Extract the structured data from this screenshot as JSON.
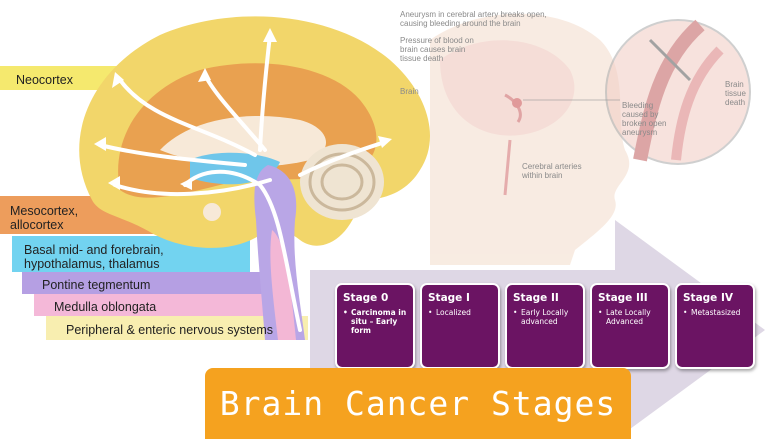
{
  "brain_labels": [
    "Neocortex",
    "Mesocortex, allocortex",
    "Basal mid- and forebrain, hypothalamus, thalamus",
    "Pontine tegmentum",
    "Medulla oblongata",
    "Peripheral & enteric nervous systems"
  ],
  "illustration": {
    "aneurysm_caption": "Aneurysm in cerebral artery breaks open, causing bleeding around the brain",
    "pressure_caption": "Pressure of blood on brain causes brain tissue death",
    "brain_caption": "Brain",
    "arteries_caption": "Cerebral arteries within brain",
    "bleeding_caption": "Bleeding caused by broken open aneurysm",
    "tissue_death_caption": "Brain tissue death"
  },
  "stages": [
    {
      "title": "Stage 0",
      "desc": "Carcinoma in situ – Early form",
      "bold": true
    },
    {
      "title": "Stage I",
      "desc": "Localized",
      "bold": false
    },
    {
      "title": "Stage II",
      "desc": "Early Locally advanced",
      "bold": false
    },
    {
      "title": "Stage III",
      "desc": "Late Locally Advanced",
      "bold": false
    },
    {
      "title": "Stage IV",
      "desc": "Metastasized",
      "bold": false
    }
  ],
  "banner": {
    "title": "Brain Cancer Stages"
  },
  "colors": {
    "neocortex": "#f5e96e",
    "mesocortex": "#ed9d5c",
    "basal": "#72d3f0",
    "pontine": "#b59fe3",
    "medulla": "#f4b8d8",
    "peripheral": "#f8eeb0",
    "stage_box": "#6b1463",
    "banner": "#f5a21f"
  }
}
